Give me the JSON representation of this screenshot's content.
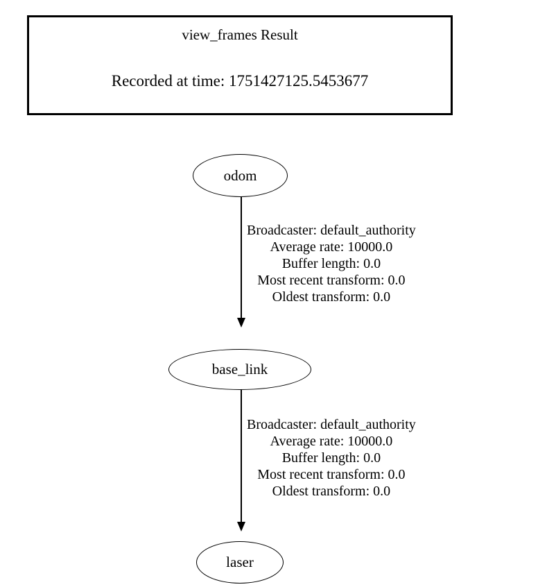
{
  "header": {
    "title": "view_frames Result",
    "subtitle": "Recorded at time: 1751427125.5453677"
  },
  "graph": {
    "nodes": [
      {
        "id": "odom",
        "label": "odom"
      },
      {
        "id": "base_link",
        "label": "base_link"
      },
      {
        "id": "laser",
        "label": "laser"
      }
    ],
    "edges": [
      {
        "id": "odom-to-base_link",
        "from": "odom",
        "to": "base_link",
        "label_lines": [
          "Broadcaster: default_authority",
          "Average rate: 10000.0",
          "Buffer length: 0.0",
          "Most recent transform: 0.0",
          "Oldest transform: 0.0"
        ]
      },
      {
        "id": "base_link-to-laser",
        "from": "base_link",
        "to": "laser",
        "label_lines": [
          "Broadcaster: default_authority",
          "Average rate: 10000.0",
          "Buffer length: 0.0",
          "Most recent transform: 0.0",
          "Oldest transform: 0.0"
        ]
      }
    ]
  },
  "colors": {
    "background": "#ffffff",
    "stroke": "#000000",
    "text": "#000000"
  }
}
